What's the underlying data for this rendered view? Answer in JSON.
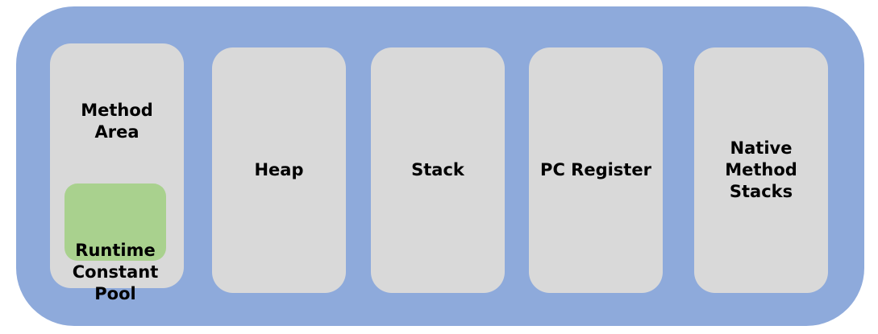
{
  "areas": {
    "method_area": "Method\nArea",
    "runtime_constant_pool": "Runtime\nConstant\nPool",
    "heap": "Heap",
    "stack": "Stack",
    "pc_register": "PC Register",
    "native_method_stacks": "Native\nMethod\nStacks"
  },
  "colors": {
    "outer_container": "#8eaadb",
    "area_box": "#d9d9d9",
    "runtime_constant_pool": "#a9d18e",
    "text": "#000000"
  }
}
